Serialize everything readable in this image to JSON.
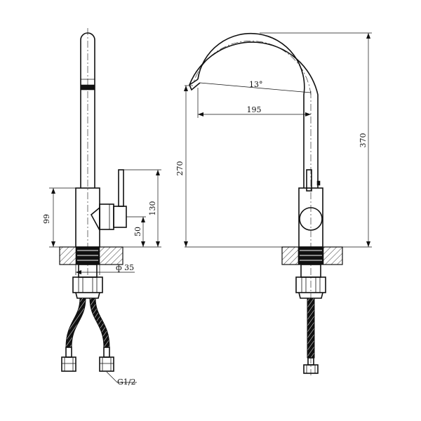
{
  "dimensions": {
    "angle": "13°",
    "reach": "195",
    "spout_height": "270",
    "total_height": "370",
    "body_height": "99",
    "lever_height": "130",
    "handle_axis_height": "50",
    "hole_diameter": "ф 35",
    "thread": "G1/2"
  }
}
